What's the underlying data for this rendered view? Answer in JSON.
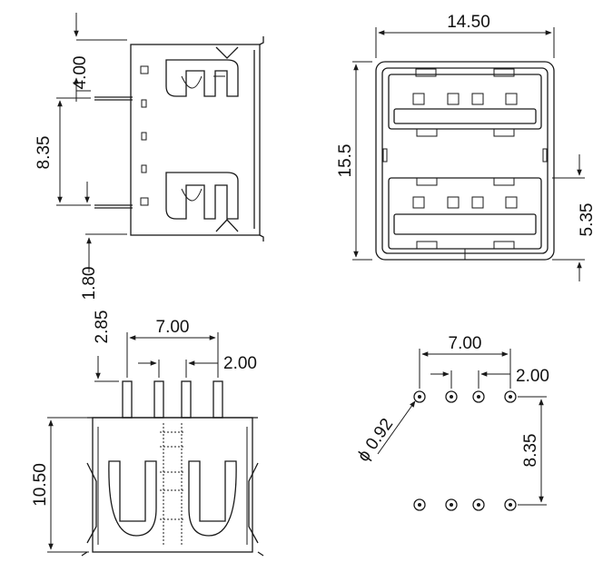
{
  "side_view": {
    "dim_top_pin_offset": "4.00",
    "dim_pin_spacing": "8.35",
    "dim_board_offset": "1.80"
  },
  "front_view": {
    "dim_width": "14.50",
    "dim_height": "15.5",
    "dim_port_spacing": "5.35"
  },
  "bottom_view": {
    "dim_pin_length": "2.85",
    "dim_outer_pin_span": "7.00",
    "dim_inner_pin_pitch": "2.00",
    "dim_body_height": "10.50"
  },
  "footprint": {
    "dim_outer_hole_span": "7.00",
    "dim_inner_hole_pitch": "2.00",
    "dim_hole_diameter": "ϕ 0.92",
    "dim_row_spacing": "8.35"
  }
}
